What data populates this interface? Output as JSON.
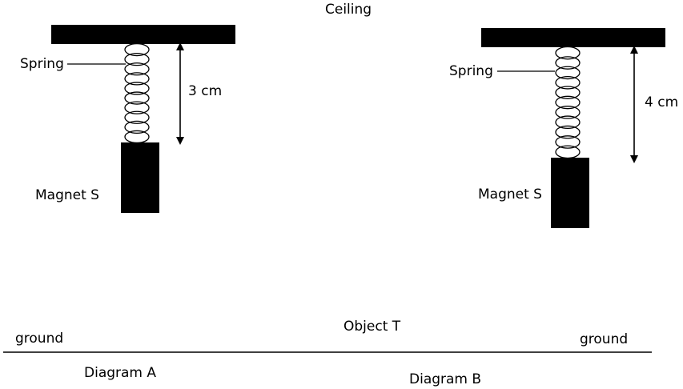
{
  "ceiling_label": "Ceiling",
  "object_label": "Object T",
  "diagram_a": {
    "spring_label": "Spring",
    "magnet_label": "Magnet S",
    "measurement_label": "3 cm",
    "ground_label": "ground",
    "caption": "Diagram A"
  },
  "diagram_b": {
    "spring_label": "Spring",
    "magnet_label": "Magnet S",
    "measurement_label": "4 cm",
    "ground_label": "ground",
    "caption": "Diagram B"
  },
  "colors": {
    "ink": "#000000",
    "background": "#ffffff"
  }
}
